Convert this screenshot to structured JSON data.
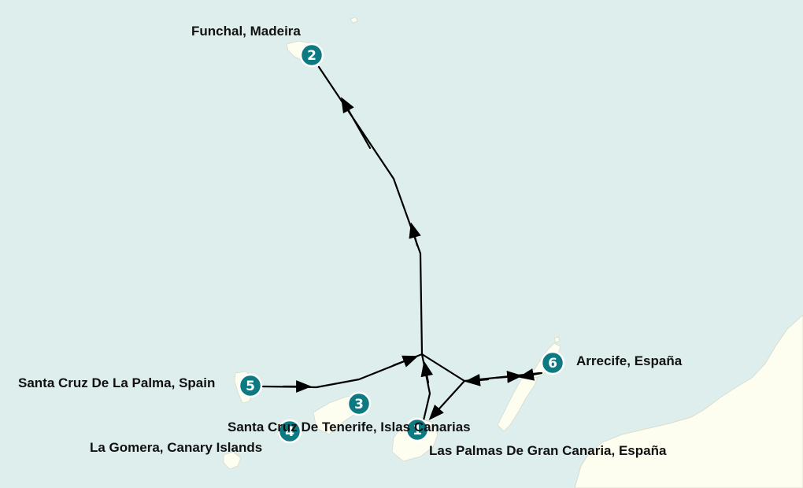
{
  "colors": {
    "sea": "#deeeec",
    "land": "#fdfdf0",
    "coast": "#d9ddd0",
    "route": "#000000",
    "marker": "#0d7a82",
    "marker_border": "#ffffff",
    "label": "#111111"
  },
  "ports": [
    {
      "number": "1",
      "name": "Las Palmas De Gran Canaria, España"
    },
    {
      "number": "2",
      "name": "Funchal, Madeira"
    },
    {
      "number": "3",
      "name": "Santa Cruz De Tenerife, Islas Canarias"
    },
    {
      "number": "4",
      "name": "La Gomera, Canary Islands"
    },
    {
      "number": "5",
      "name": "Santa Cruz De La Palma, Spain"
    },
    {
      "number": "6",
      "name": "Arrecife, España"
    }
  ]
}
